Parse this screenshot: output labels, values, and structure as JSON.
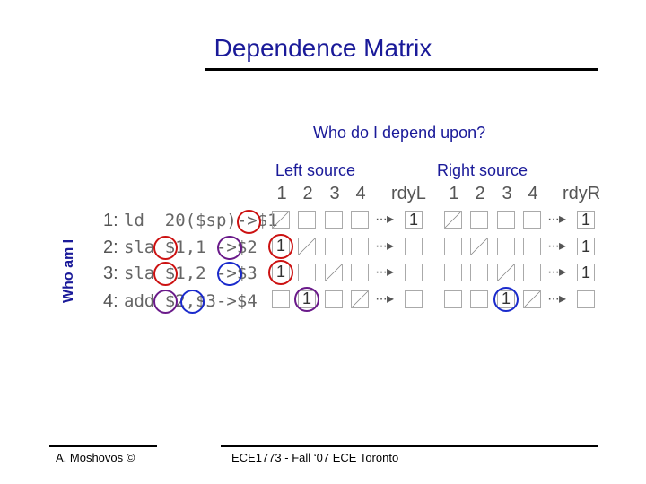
{
  "slide": {
    "title": "Dependence Matrix",
    "question": "Who do I depend upon?",
    "left_source_label": "Left source",
    "right_source_label": "Right source",
    "side_label": "Who am I",
    "footer_left": "A. Moshovos ©",
    "footer_center": "ECE1773 - Fall ‘07 ECE Toronto"
  },
  "matrix": {
    "column_headers": [
      "1",
      "2",
      "3",
      "4"
    ],
    "ready_left_label": "rdyL",
    "ready_right_label": "rdyR",
    "arrow": "···▸",
    "rows": [
      {
        "num": "1:",
        "instr": "ld  20($sp)->$1",
        "left": [
          0,
          0,
          0,
          0
        ],
        "rdyL": "1",
        "right": [
          0,
          0,
          0,
          0
        ],
        "rdyR": "1"
      },
      {
        "num": "2:",
        "instr": "sla $1,1 ->$2",
        "left": [
          "1",
          0,
          0,
          0
        ],
        "rdyL": "",
        "right": [
          0,
          0,
          0,
          0
        ],
        "rdyR": "1"
      },
      {
        "num": "3:",
        "instr": "sla $1,2 ->$3",
        "left": [
          "1",
          0,
          0,
          0
        ],
        "rdyL": "",
        "right": [
          0,
          0,
          0,
          0
        ],
        "rdyR": "1"
      },
      {
        "num": "4:",
        "instr": "add $2,$3->$4",
        "left": [
          0,
          "1",
          0,
          0
        ],
        "rdyL": "",
        "right": [
          0,
          0,
          "1",
          0
        ],
        "rdyR": ""
      }
    ]
  },
  "colors": {
    "title": "#1a1a99",
    "circle_red": "#cc1111",
    "circle_purple": "#6a1a8a",
    "circle_blue": "#1a2acc"
  }
}
